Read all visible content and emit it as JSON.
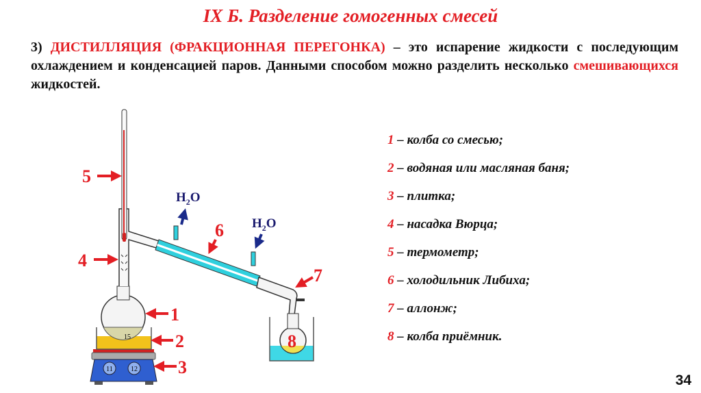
{
  "title": "IX Б. Разделение гомогенных смесей",
  "paragraph": {
    "number": "3)",
    "term": "ДИСТИЛЛЯЦИЯ (ФРАКЦИОННАЯ ПЕРЕГОНКА)",
    "text1": " – это испарение жидкости с последующим охлаждением и конденсацией паров. Данными способом можно разделить несколько ",
    "highlight": "смешивающихся",
    "text2": " жидкостей."
  },
  "legend": [
    {
      "n": "1",
      "text": " – колба со смесью;"
    },
    {
      "n": "2",
      "text": " – водяная или масляная баня;"
    },
    {
      "n": "3",
      "text": " – плитка;"
    },
    {
      "n": "4",
      "text": " – насадка Вюрца;"
    },
    {
      "n": "5",
      "text": " – термометр;"
    },
    {
      "n": "6",
      "text": " – холодильник Либиха;"
    },
    {
      "n": "7",
      "text": " – аллонж;"
    },
    {
      "n": "8",
      "text": " – колба приёмник."
    }
  ],
  "diagram": {
    "labels": [
      "1",
      "2",
      "3",
      "4",
      "5",
      "6",
      "7",
      "8"
    ],
    "water": {
      "h": "H",
      "sub": "2",
      "o": "O"
    },
    "knobs": [
      "11",
      "12"
    ],
    "temp": "15"
  },
  "page_number": "34"
}
